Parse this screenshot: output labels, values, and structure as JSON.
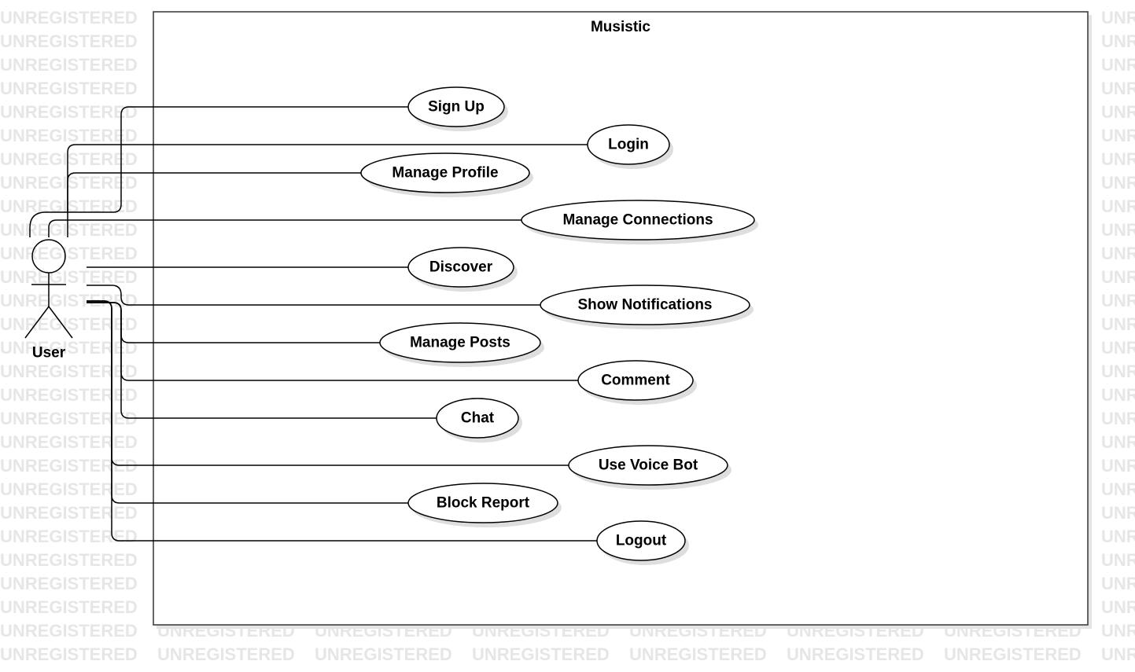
{
  "watermark": "UNREGISTERED",
  "system": {
    "name": "Musistic"
  },
  "actor": {
    "name": "User",
    "icon": "stick-figure-actor-icon"
  },
  "use_cases": [
    {
      "id": "sign-up",
      "label": "Sign Up"
    },
    {
      "id": "login",
      "label": "Login"
    },
    {
      "id": "manage-profile",
      "label": "Manage Profile"
    },
    {
      "id": "manage-connections",
      "label": "Manage Connections"
    },
    {
      "id": "discover",
      "label": "Discover"
    },
    {
      "id": "show-notifications",
      "label": "Show Notifications"
    },
    {
      "id": "manage-posts",
      "label": "Manage Posts"
    },
    {
      "id": "comment",
      "label": "Comment"
    },
    {
      "id": "chat",
      "label": "Chat"
    },
    {
      "id": "use-voice-bot",
      "label": "Use Voice Bot"
    },
    {
      "id": "block-report",
      "label": "Block Report"
    },
    {
      "id": "logout",
      "label": "Logout"
    }
  ]
}
